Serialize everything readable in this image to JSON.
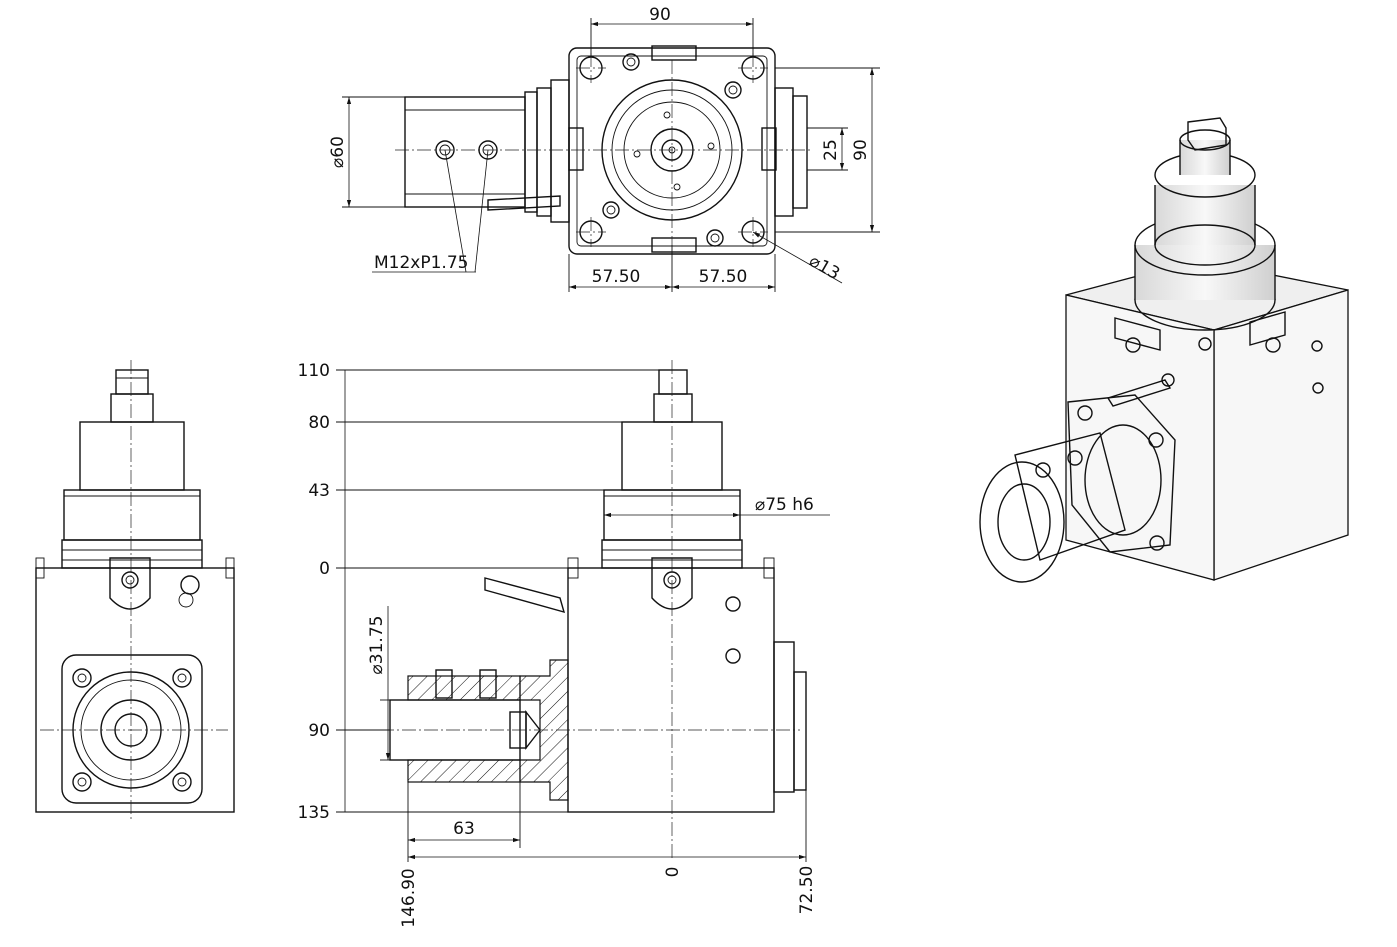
{
  "top_view": {
    "dim_width": "90",
    "dim_height": "90",
    "dim_bore": "25",
    "dim_diameter_body": "⌀60",
    "dim_left_half": "57.50",
    "dim_right_half": "57.50",
    "dim_hole": "⌀13",
    "thread_callout": "M12xP1.75"
  },
  "side_view": {
    "levels": [
      "110",
      "80",
      "43",
      "0",
      "90",
      "135"
    ],
    "dim_shank": "⌀75 h6",
    "dim_collet": "⌀31.75",
    "dim_length": "63",
    "x_left": "146.90",
    "x_zero": "0",
    "x_right": "72.50"
  }
}
